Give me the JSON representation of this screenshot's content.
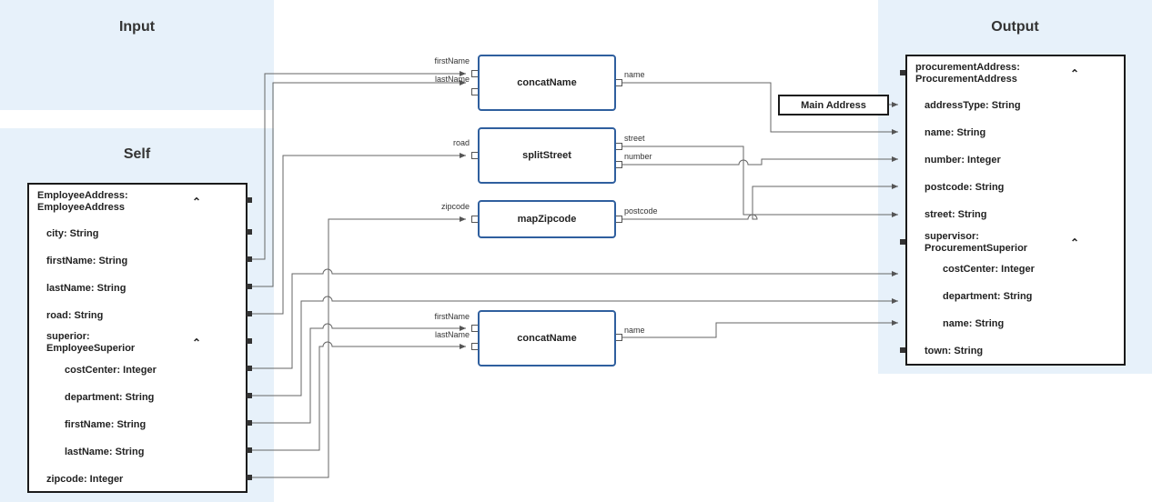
{
  "panels": {
    "input_title": "Input",
    "self_title": "Self",
    "output_title": "Output"
  },
  "source": {
    "header": [
      "EmployeeAddress:",
      "EmployeeAddress"
    ],
    "fields": {
      "city": "city: String",
      "firstName": "firstName: String",
      "lastName": "lastName: String",
      "road": "road: String",
      "superior_1": "superior:",
      "superior_2": "EmployeeSuperior",
      "costCenter": "costCenter: Integer",
      "department": "department: String",
      "sup_firstName": "firstName: String",
      "sup_lastName": "lastName: String",
      "zipcode": "zipcode: Integer"
    }
  },
  "functions": {
    "concat1": {
      "label": "concatName",
      "in1": "firstName",
      "in2": "lastName",
      "out": "name"
    },
    "split": {
      "label": "splitStreet",
      "in": "road",
      "out1": "street",
      "out2": "number"
    },
    "zip": {
      "label": "mapZipcode",
      "in": "zipcode",
      "out": "postcode"
    },
    "concat2": {
      "label": "concatName",
      "in1": "firstName",
      "in2": "lastName",
      "out": "name"
    }
  },
  "constant": {
    "label": "Main Address"
  },
  "target": {
    "header": [
      "procurementAddress:",
      "ProcurementAddress"
    ],
    "fields": {
      "addressType": "addressType: String",
      "name": "name: String",
      "number": "number: Integer",
      "postcode": "postcode: String",
      "street": "street: String",
      "supervisor_1": "supervisor:",
      "supervisor_2": "ProcurementSuperior",
      "costCenter": "costCenter: Integer",
      "department": "department: String",
      "sup_name": "name: String",
      "town": "town: String"
    }
  },
  "icons": {
    "collapse": "caret-up-icon",
    "caret_glyph": "⌃"
  },
  "colors": {
    "panel_bg": "#e7f1fa",
    "node_border": "#2f5f9e",
    "wire": "#555555"
  }
}
